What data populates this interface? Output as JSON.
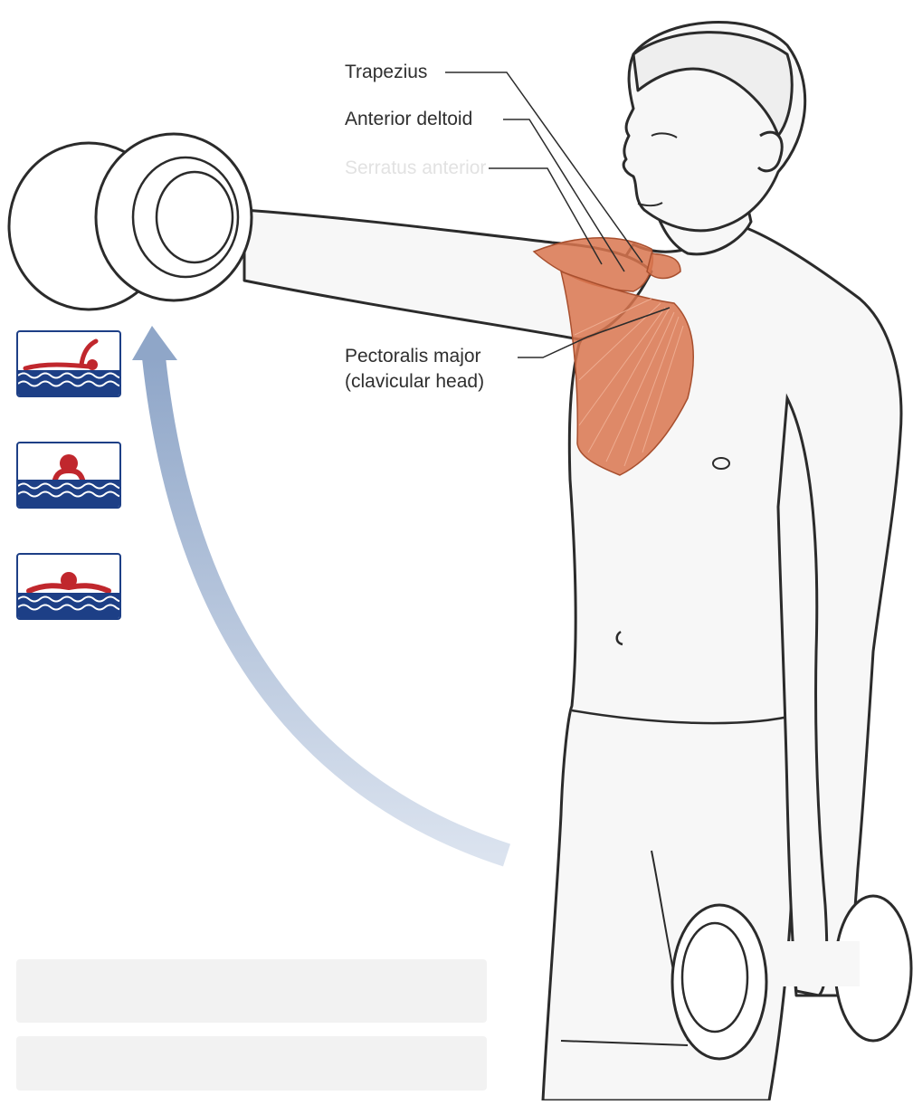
{
  "labels": {
    "trapezius": "Trapezius",
    "anterior_deltoid": "Anterior deltoid",
    "faded_label": "Serratus anterior",
    "pectoralis_line1": "Pectoralis major",
    "pectoralis_line2": "(clavicular head)"
  },
  "swim_icons": [
    {
      "name": "freestyle-icon"
    },
    {
      "name": "breaststroke-icon"
    },
    {
      "name": "butterfly-icon"
    }
  ],
  "colors": {
    "muscle": "#d9764f",
    "arrow": "#9fb2cf",
    "water": "#1d3f86",
    "swimmer": "#c0272d",
    "outline": "#2b2b2b"
  }
}
